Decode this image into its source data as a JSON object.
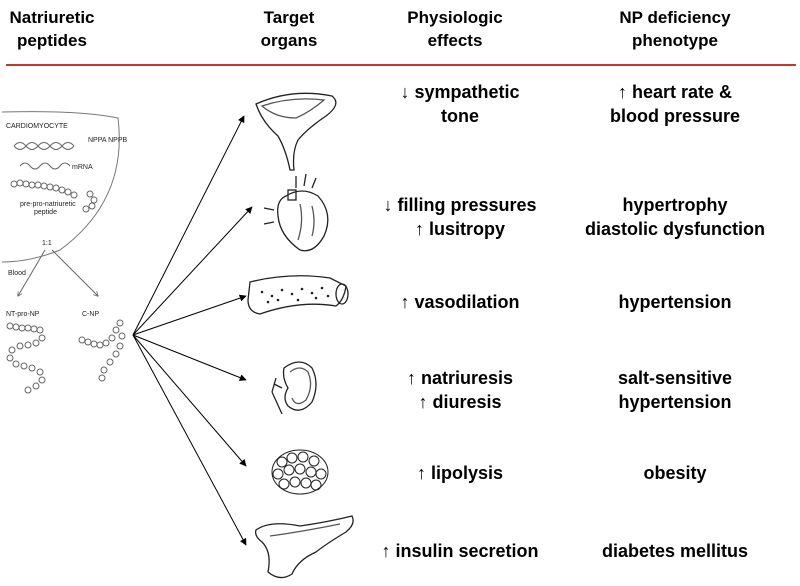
{
  "headers": {
    "col1": "Natriuretic\npeptides",
    "col2": "Target\norgans",
    "col3": "Physiologic\neffects",
    "col4": "NP deficiency\nphenotype"
  },
  "sketch_labels": {
    "cell": "CARDIOMYOCYTE",
    "dna": "NPPA\nNPPB",
    "mrna": "mRNA",
    "prepro": "pre-pro-natriuretic\npeptide",
    "ratio": "1:1",
    "blood": "Blood",
    "nt": "NT-pro-NP",
    "c": "C-NP"
  },
  "organs": [
    {
      "name": "brain-icon"
    },
    {
      "name": "heart-icon"
    },
    {
      "name": "blood-vessel-icon"
    },
    {
      "name": "kidney-icon"
    },
    {
      "name": "adipose-tissue-icon"
    },
    {
      "name": "pancreas-icon"
    }
  ],
  "rows": [
    {
      "effect": "↓ sympathetic\ntone",
      "phenotype": "↑ heart rate &\nblood pressure"
    },
    {
      "effect": "↓ filling pressures\n↑ lusitropy",
      "phenotype": "hypertrophy\ndiastolic dysfunction"
    },
    {
      "effect": "↑ vasodilation",
      "phenotype": "hypertension"
    },
    {
      "effect": "↑ natriuresis\n↑ diuresis",
      "phenotype": "salt-sensitive\nhypertension"
    },
    {
      "effect": "↑ lipolysis",
      "phenotype": "obesity"
    },
    {
      "effect": "↑ insulin secretion",
      "phenotype": "diabetes mellitus"
    }
  ]
}
